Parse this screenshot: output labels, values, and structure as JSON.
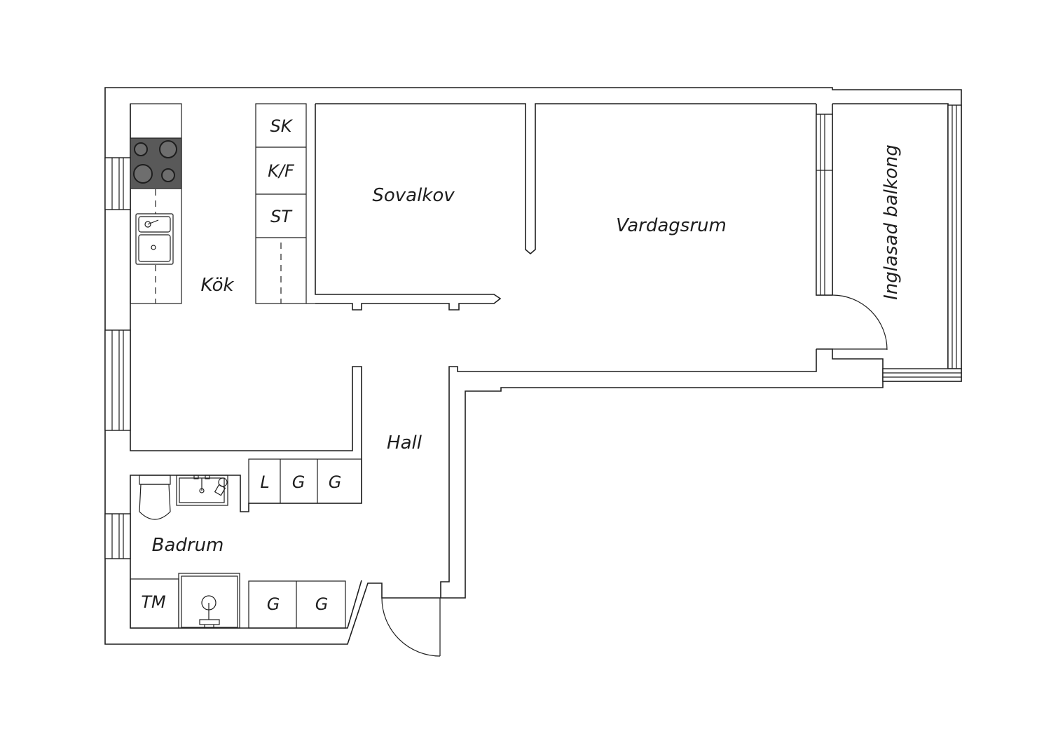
{
  "rooms": {
    "kitchen": "Kök",
    "alcove": "Sovalkov",
    "living": "Vardagsrum",
    "balcony": "Inglasad balkong",
    "hall": "Hall",
    "bathroom": "Badrum"
  },
  "cabinets": {
    "freezer": "SK",
    "fridge_freezer": "K/F",
    "storage": "ST",
    "linen": "L",
    "wardrobe_1": "G",
    "wardrobe_2": "G",
    "washer": "TM",
    "wardrobe_3": "G",
    "wardrobe_4": "G"
  },
  "colors": {
    "line": "#1e1e1e",
    "hob": "#595959",
    "background": "#ffffff"
  }
}
